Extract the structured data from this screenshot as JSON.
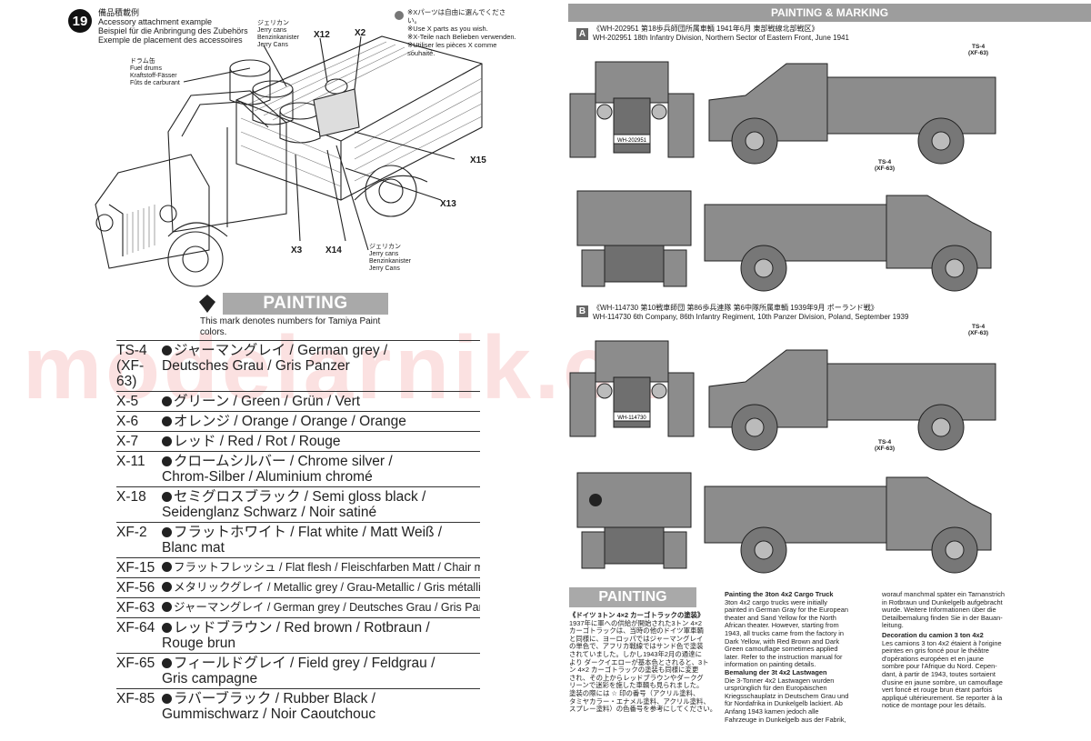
{
  "step": {
    "number": "19",
    "title_jp": "備品積載例",
    "title_en": "Accessory attachment example",
    "title_de": "Beispiel für die Anbringung des Zubehörs",
    "title_fr": "Exemple de placement des accessoires"
  },
  "note": {
    "line_jp": "※Xパーツは自由に選んでください。",
    "line_en": "※Use X parts as you wish.",
    "line_de": "※X-Teile nach Belieben verwenden.",
    "line_fr": "※Utiliser les pièces X comme souhaité."
  },
  "callouts": {
    "fuel_jp": "ドラム缶",
    "fuel_en": "Fuel drums",
    "fuel_de": "Kraftstoff-Fässer",
    "fuel_fr": "Fûts de carburant",
    "jerry_jp": "ジェリカン",
    "jerry_en": "Jerry cans",
    "jerry_de": "Benzinkanister",
    "jerry_fr": "Jerry Cans",
    "x12": "X12",
    "x2": "X2",
    "x15": "X15",
    "x13": "X13",
    "x3": "X3",
    "x14": "X14"
  },
  "painting_left": {
    "heading": "PAINTING",
    "mark_note": "This mark denotes numbers for Tamiya Paint colors."
  },
  "colors": [
    {
      "code": "TS-4",
      "code2": "(XF-63)",
      "line1": "ジャーマングレイ / German grey /",
      "line2": "Deutsches Grau / Gris Panzer"
    },
    {
      "code": "X-5",
      "line1": "グリーン / Green / Grün / Vert"
    },
    {
      "code": "X-6",
      "line1": "オレンジ / Orange / Orange / Orange"
    },
    {
      "code": "X-7",
      "line1": "レッド / Red / Rot / Rouge"
    },
    {
      "code": "X-11",
      "line1": "クロームシルバー / Chrome silver /",
      "line2": "Chrom-Silber / Aluminium chromé"
    },
    {
      "code": "X-18",
      "line1": "セミグロスブラック / Semi gloss black /",
      "line2": "Seidenglanz Schwarz / Noir satiné"
    },
    {
      "code": "XF-2",
      "line1": "フラットホワイト / Flat white / Matt Weiß /",
      "line2": "Blanc mat"
    },
    {
      "code": "XF-15",
      "line1": "フラットフレッシュ / Flat flesh / Fleischfarben Matt / Chair mate",
      "small": true
    },
    {
      "code": "XF-56",
      "line1": "メタリックグレイ / Metallic grey / Grau-Metallic / Gris métallisé",
      "small": true
    },
    {
      "code": "XF-63",
      "line1": "ジャーマングレイ / German grey / Deutsches Grau / Gris Panzer",
      "small": true
    },
    {
      "code": "XF-64",
      "line1": "レッドブラウン / Red brown / Rotbraun /",
      "line2": "Rouge brun"
    },
    {
      "code": "XF-65",
      "line1": "フィールドグレイ / Field grey / Feldgrau /",
      "line2": "Gris campagne"
    },
    {
      "code": "XF-85",
      "line1": "ラバーブラック / Rubber Black /",
      "line2": "Gummischwarz / Noir Caoutchouc"
    }
  ],
  "painting_marking": {
    "heading": "PAINTING & MARKING",
    "version_a_tag": "A",
    "version_a_jp": "《WH-202951 第18歩兵師団所属車輌 1941年6月 東部戦線北部戦区》",
    "version_a_en": "WH-202951 18th Infantry Division, Northern Sector of Eastern Front, June 1941",
    "version_b_tag": "B",
    "version_b_jp": "《WH-114730 第10戦車師団 第86歩兵連隊 第6中隊所属車輌 1939年9月 ポーランド戦》",
    "version_b_en": "WH-114730 6th Company, 86th Infantry Regiment, 10th Panzer Division, Poland, September 1939",
    "ts4_tag": "TS-4",
    "xf63_tag": "(XF-63)",
    "plate_a": "WH-202951",
    "plate_b": "WH-114730"
  },
  "painting_right": {
    "heading": "PAINTING",
    "jp_title": "《ドイツ 3トン 4×2 カーゴトラックの塗装》",
    "jp_body": [
      "1937年に軍への供給が開始された3トン 4×2",
      "カーゴトラックは、当時の他のドイツ軍車輌",
      "と同様に、ヨーロッパではジャーマングレイ",
      "の単色で、アフリカ戦線ではサンド色で塗装",
      "されていました。しかし1943年2月の通達に",
      "より ダークイエローが基本色とされると、3ト",
      "ン 4×2 カーゴトラックの塗装も同様に変更",
      "され、その上からレッドブラウンやダークグ",
      "リーンで迷彩を施した車輌も見られました。",
      "塗装の際には ☆ 印の番号（アクリル塗料、",
      "タミヤカラー・エナメル塗料、アクリル塗料、",
      "スプレー塗料）の色番号を参考にしてください。"
    ],
    "en_title": "Painting the 3ton 4x2 Cargo Truck",
    "en_body": [
      "3ton 4x2 cargo trucks were initially",
      "painted in German Gray for the European",
      "theater and Sand Yellow for the North",
      "African theater. However, starting from",
      "1943, all trucks came from the factory in",
      "Dark Yellow, with Red Brown and Dark",
      "Green camouflage sometimes applied",
      "later. Refer to the instruction manual for",
      "information on painting details."
    ],
    "de_title": "Bemalung der 3t 4x2 Lastwagen",
    "de_body": [
      "Die 3-Tonner 4x2 Lastwagen wurden",
      "ursprünglich für den Europäischen",
      "Kriegsschauplatz in Deutschem Grau und",
      "für Nordafrika in Dunkelgelb lackiert. Ab",
      "Anfang 1943 kamen jedoch alle",
      "Fahrzeuge in Dunkelgelb aus der Fabrik,"
    ],
    "de_body_cont": [
      "worauf manchmal später ein Tarnanstrich",
      "in Rotbraun und Dunkelgelb aufgebracht",
      "wurde. Weitere Informationen über die",
      "Detailbemalung finden Sie in der Bauan-",
      "leitung."
    ],
    "fr_title": "Decoration du camion 3 ton 4x2",
    "fr_body": [
      "Les camions 3 ton 4x2 étaient à l'origine",
      "peintes en gris foncé pour le théâtre",
      "d'opérations européen et en jaune",
      "sombre pour l'Afrique du Nord. Cepen-",
      "dant, à partir de 1943, toutes sortaient",
      "d'usine en jaune sombre, un camouflage",
      "vert foncé et rouge brun étant parfois",
      "appliqué ultérieurement. Se reporter à la",
      "notice de montage pour les détails."
    ]
  },
  "watermark": "modelarnik.cz"
}
